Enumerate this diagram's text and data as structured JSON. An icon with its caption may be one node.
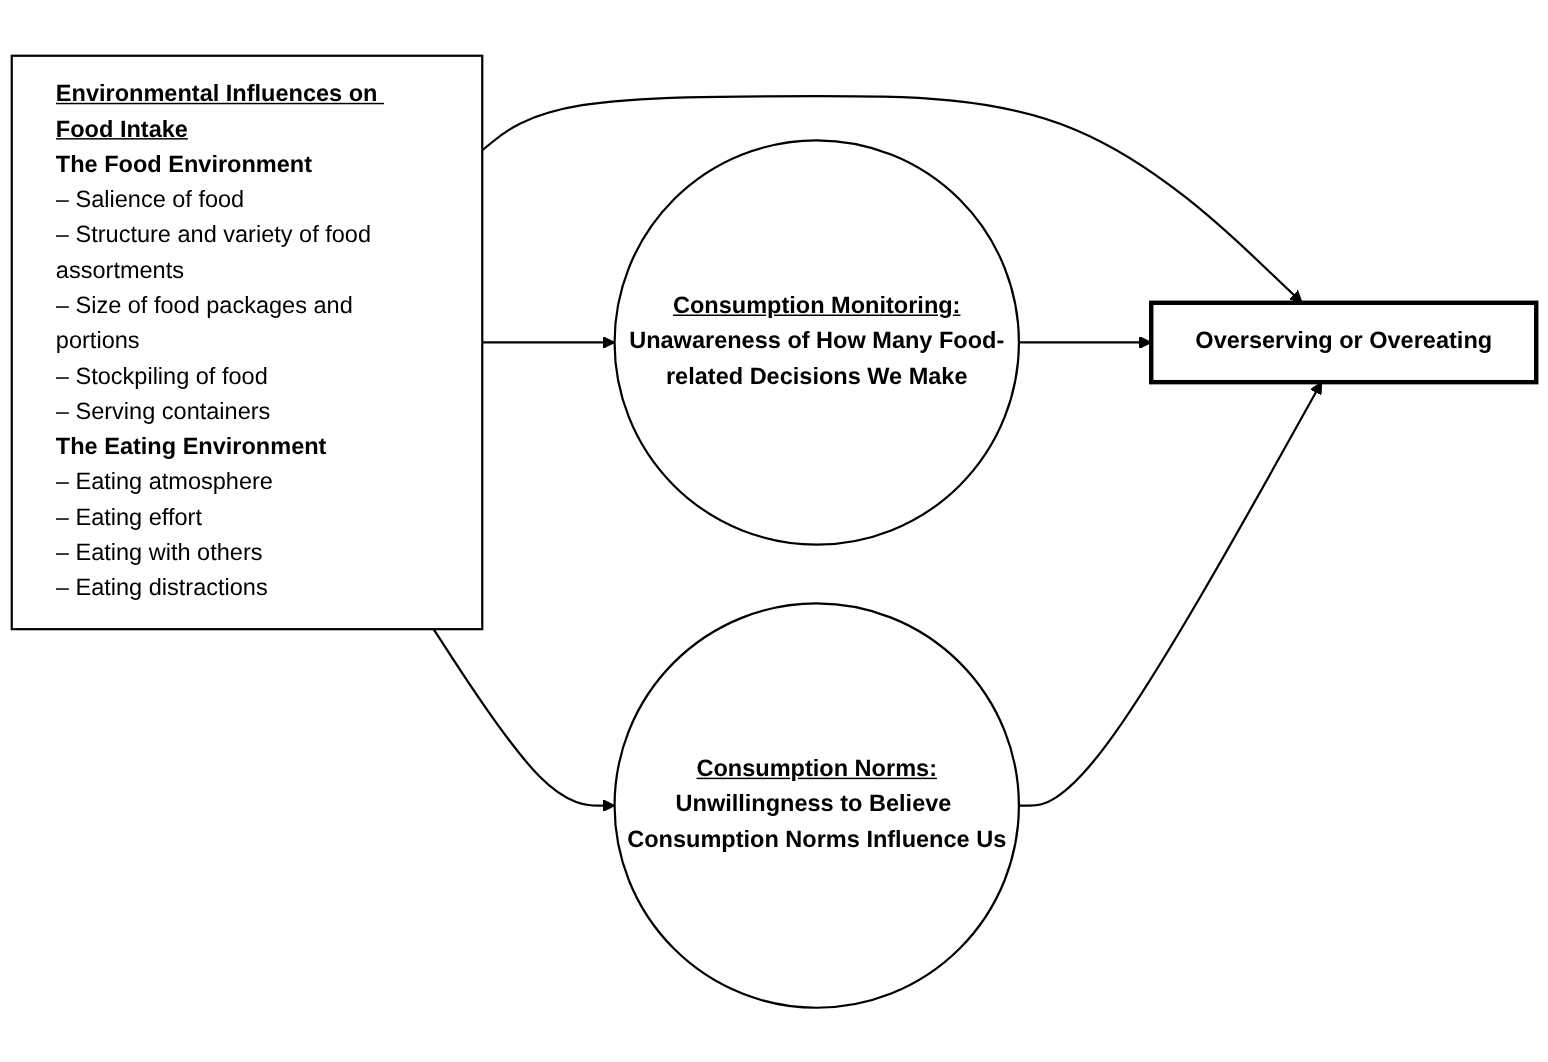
{
  "diagram": {
    "nodes": [
      {
        "text": [
          "Environmental Influences on Food Intake",
          "The Food Environment",
          "– Salience of food",
          "– Structure and variety of food assortments",
          "– Size of food packages and portions",
          "– Stockpiling of food",
          "– Serving containers",
          "The Eating Environment",
          "– Eating atmosphere",
          "– Eating effort",
          "– Eating with others",
          "– Eating distractions"
        ]
      },
      {
        "text": [
          "Consumption Monitoring:",
          "Unawareness of How Many Food-related Decisions We Make"
        ]
      },
      {
        "text": [
          "Overserving or Overeating"
        ]
      },
      {
        "text": [
          "Consumption Norms:",
          "Unwillingness to Believe Consumption Norms Influence Us"
        ]
      }
    ],
    "edges": [
      {
        "from": 0,
        "to": 1,
        "arrow": "to"
      },
      {
        "from": 0,
        "to": 2,
        "arrow": "to"
      },
      {
        "from": 0,
        "to": 3,
        "arrow": "to"
      },
      {
        "from": 1,
        "to": 2,
        "arrow": "to"
      },
      {
        "from": 3,
        "to": 2,
        "arrow": "to"
      }
    ]
  }
}
